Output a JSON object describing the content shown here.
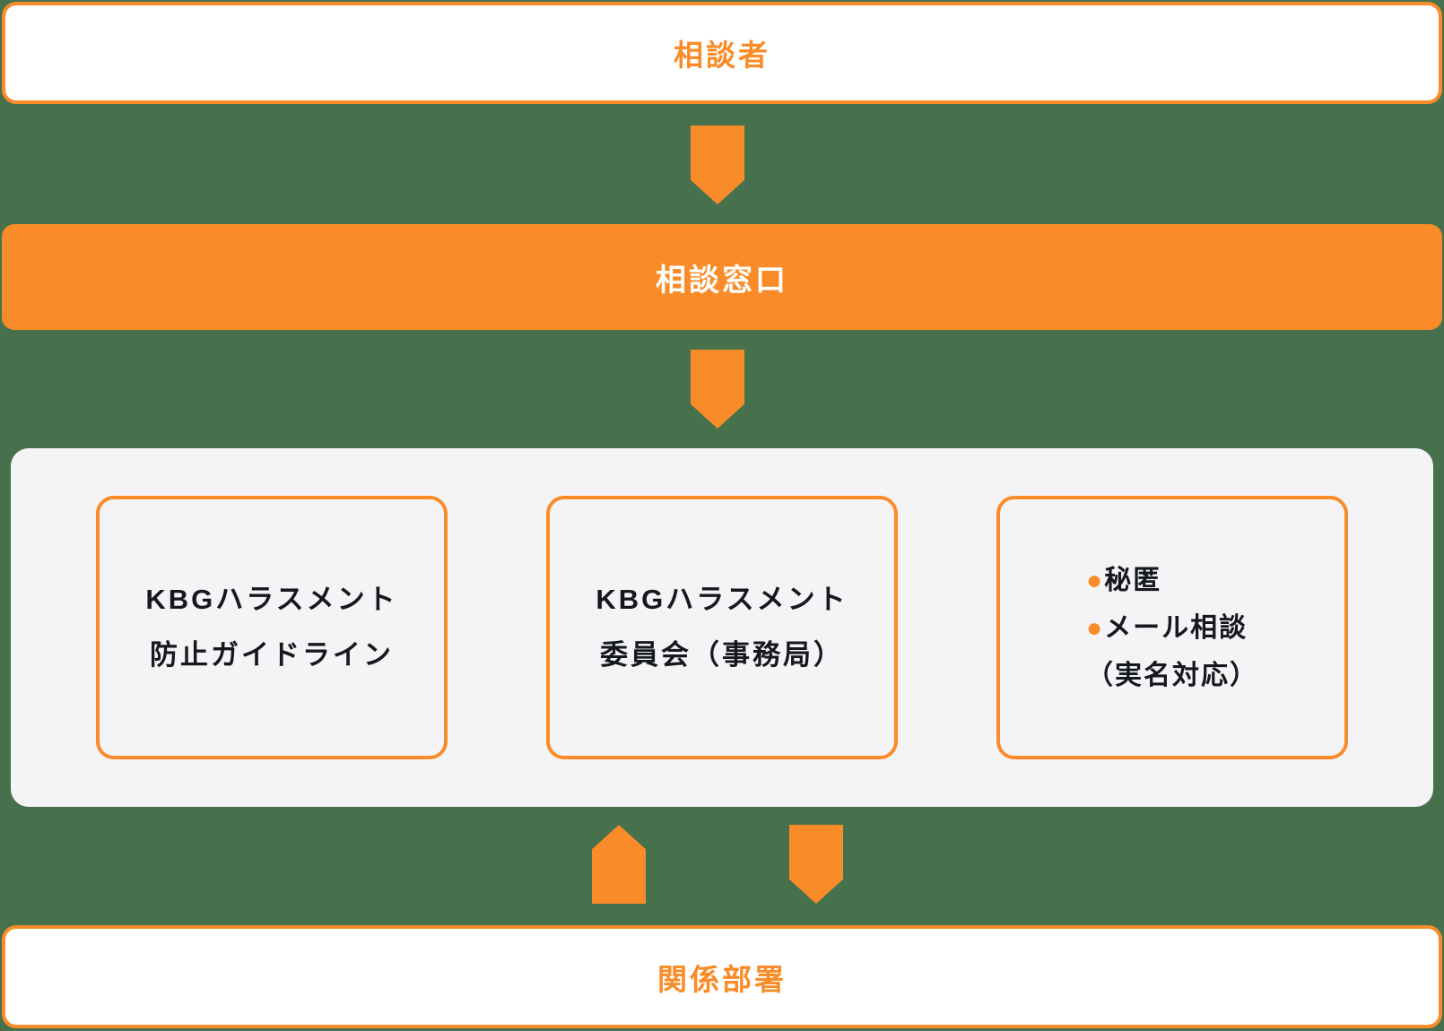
{
  "colors": {
    "orange": "#F98C28",
    "background_green": "#47704D",
    "panel_gray": "#F4F4F6",
    "text_dark": "#15181C",
    "white": "#FFFFFF"
  },
  "icons": {
    "flow_arrows": [
      "arrow-down-icon",
      "arrow-down-icon",
      "arrow-up-icon",
      "arrow-down-icon"
    ],
    "bullet": "filled-circle"
  },
  "nodes": {
    "consulter": {
      "label": "相談者"
    },
    "consultation_desk": {
      "label": "相談窓口"
    },
    "guideline_box": {
      "line1": "KBGハラスメント",
      "line2": "防止ガイドライン"
    },
    "committee_box": {
      "line1": "KBGハラスメント",
      "line2": "委員会（事務局）"
    },
    "notes_box": {
      "items": [
        {
          "bullet": "●",
          "label": "秘匿"
        },
        {
          "bullet": "●",
          "label": "メール相談"
        },
        {
          "bullet": "",
          "label": "（実名対応）"
        }
      ]
    },
    "related_departments": {
      "label": "関係部署"
    }
  }
}
